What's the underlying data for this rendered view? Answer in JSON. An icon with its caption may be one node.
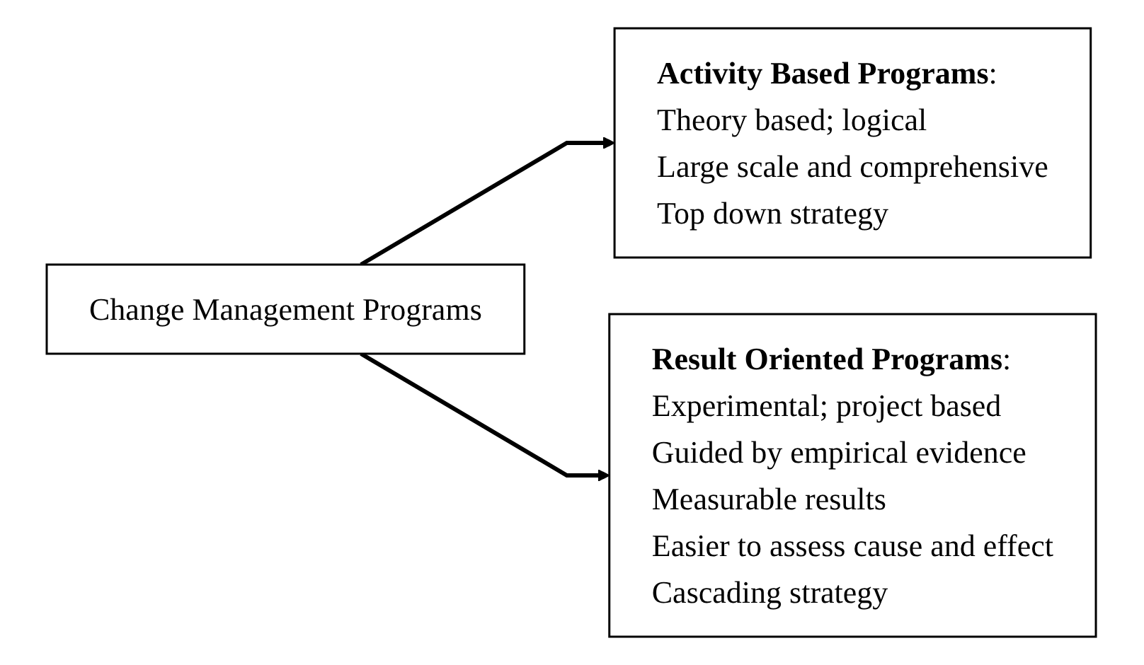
{
  "diagram": {
    "nodes": [
      {
        "text": [
          "Change Management Programs"
        ]
      },
      {
        "text": [
          "**Activity Based Programs**:",
          "Theory based; logical",
          "Large scale and comprehensive",
          "Top down strategy"
        ]
      },
      {
        "text": [
          "**Result Oriented Programs**:",
          "Experimental; project based",
          "Guided by empirical evidence",
          "Measurable results",
          "Easier to assess cause and effect",
          "Cascading strategy"
        ]
      }
    ],
    "edges": [
      {
        "from": 0,
        "to": 1,
        "arrow": "to"
      },
      {
        "from": 0,
        "to": 2,
        "arrow": "to"
      }
    ]
  }
}
